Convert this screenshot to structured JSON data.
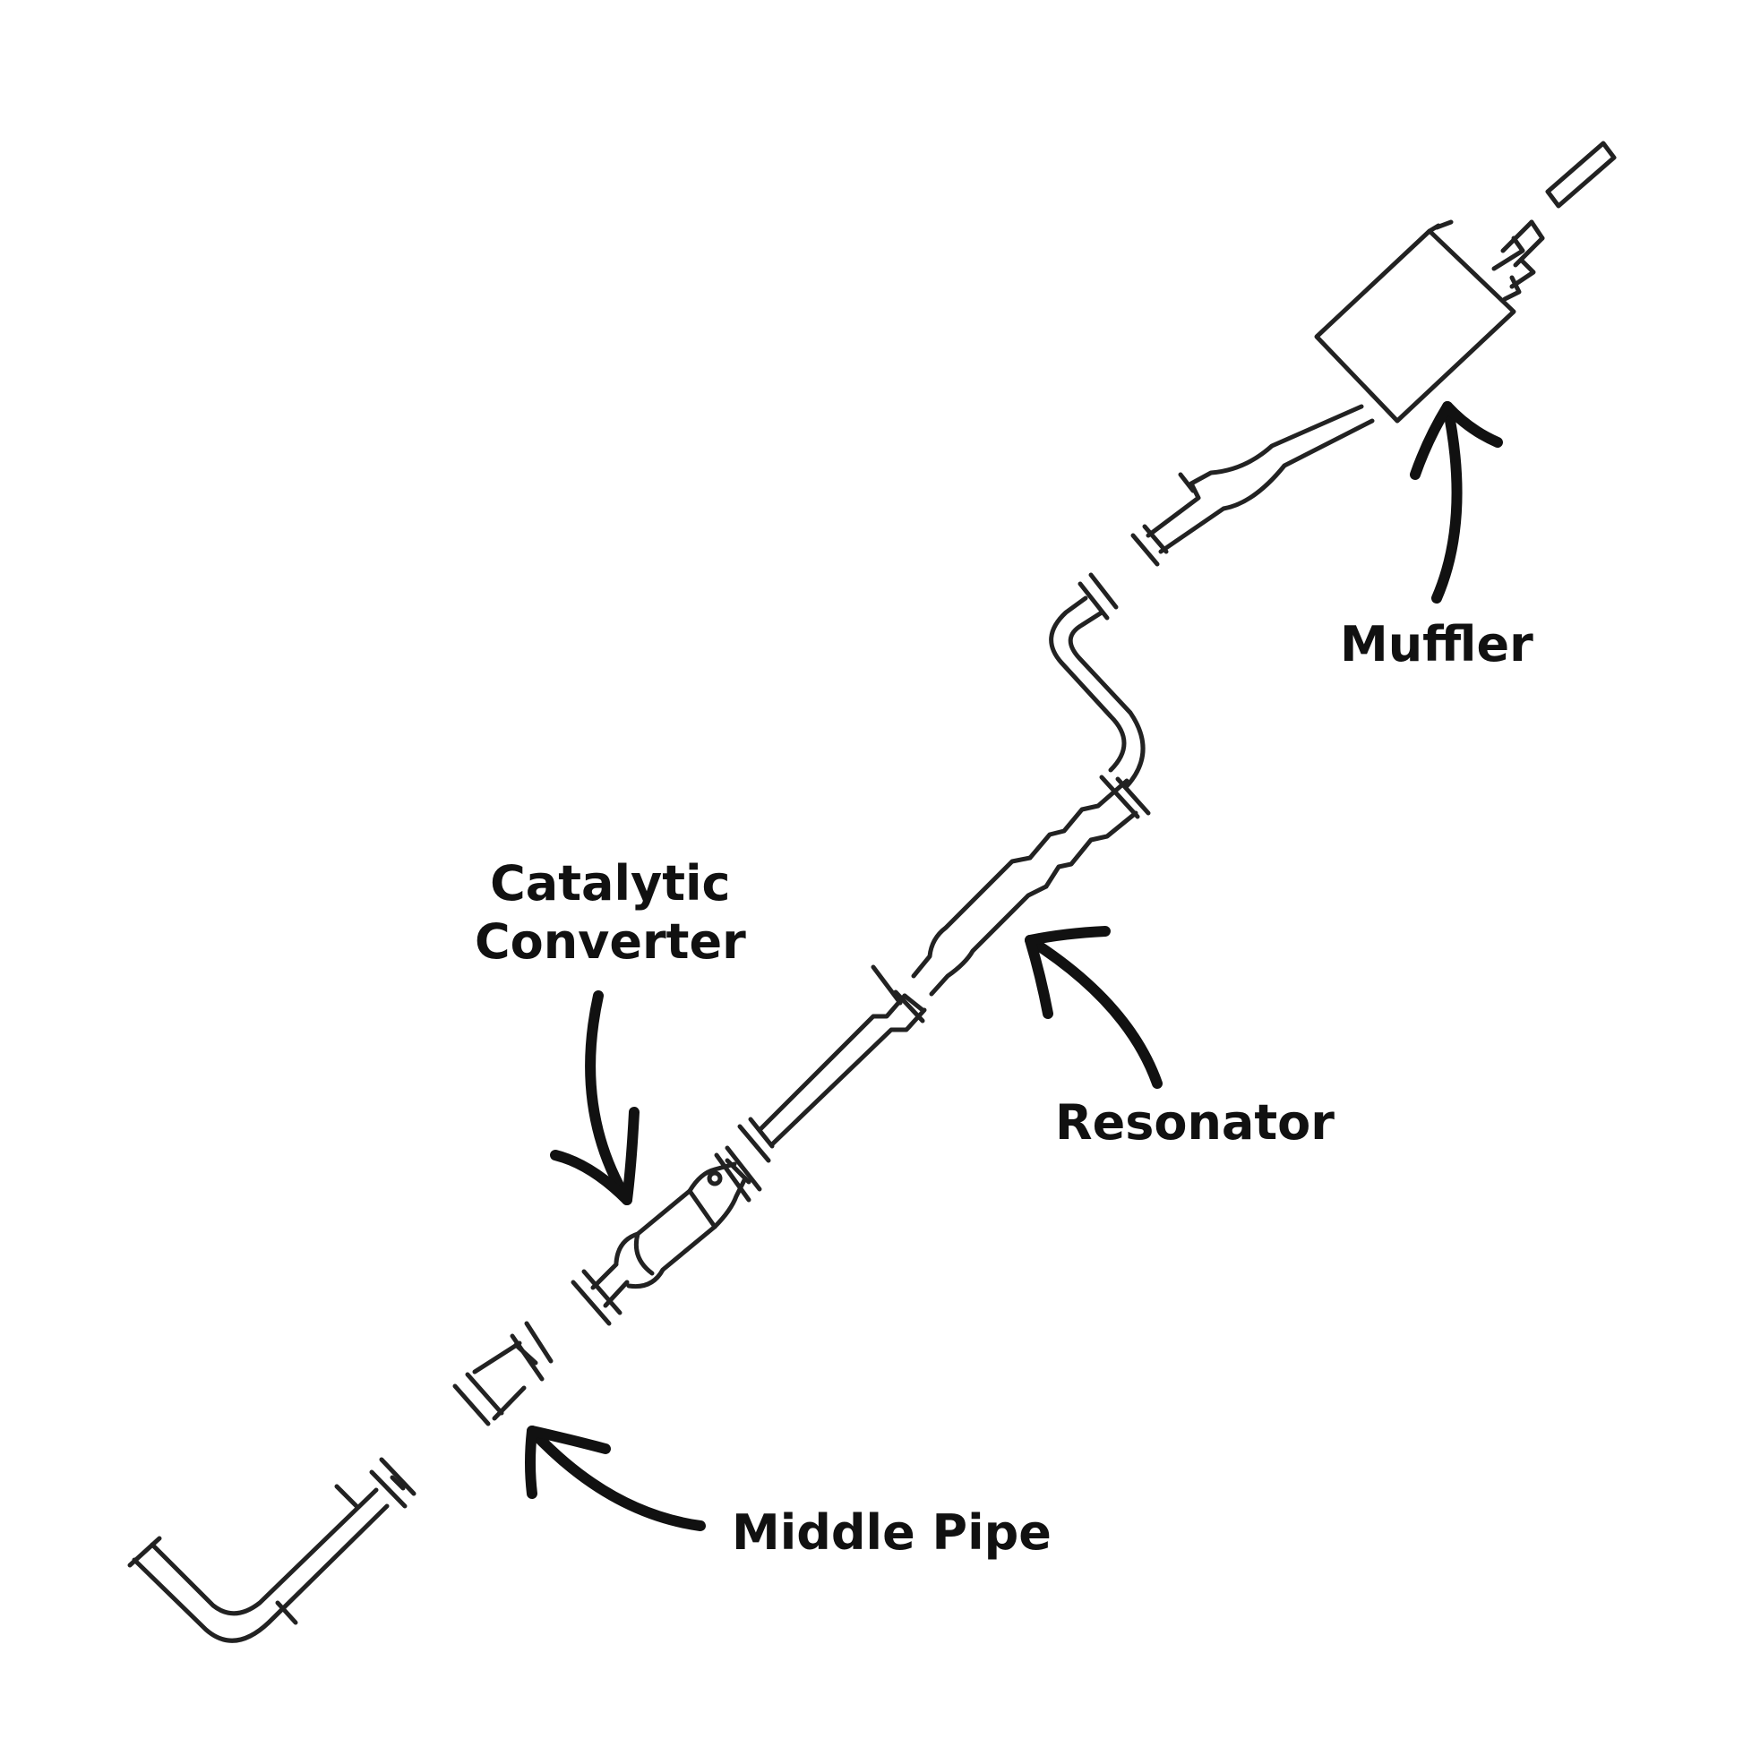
{
  "labels": {
    "catalytic_line1": "Catalytic",
    "catalytic_line2": "Converter",
    "resonator": "Resonator",
    "muffler": "Muffler",
    "middle_pipe": "Middle Pipe"
  },
  "colors": {
    "ink": "#111111",
    "background": "#ffffff"
  }
}
